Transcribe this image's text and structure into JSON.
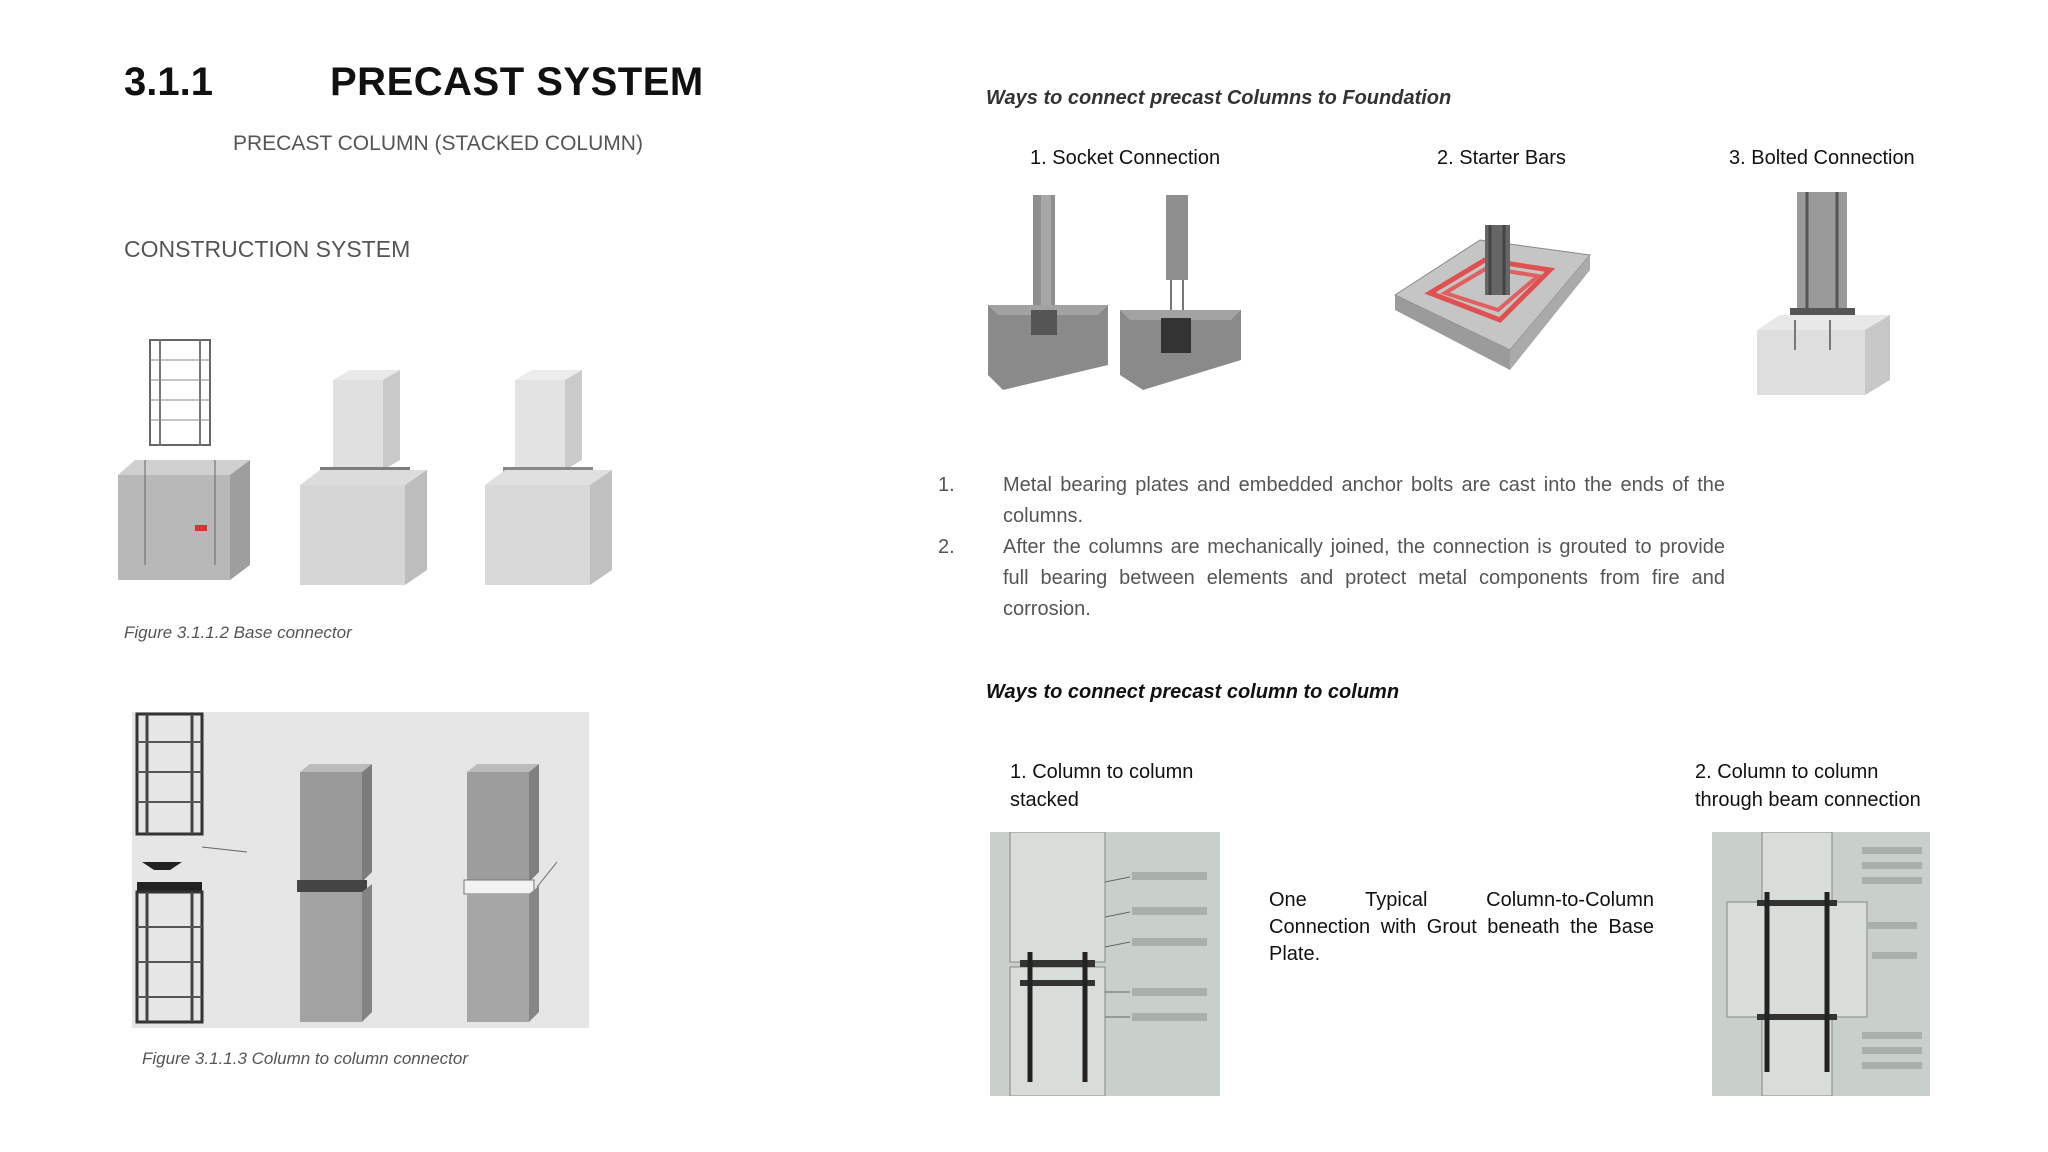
{
  "heading": {
    "number": "3.1.1",
    "title": "PRECAST SYSTEM"
  },
  "subtitle": "PRECAST COLUMN (STACKED COLUMN)",
  "section_title": "CONSTRUCTION SYSTEM",
  "figures": {
    "base_connector_caption": "Figure 3.1.1.2  Base connector",
    "column_connector_caption": "Figure 3.1.1.3  Column to column connector"
  },
  "foundation": {
    "heading": "Ways to connect precast Columns to Foundation",
    "options": [
      {
        "label": "1. Socket Connection"
      },
      {
        "label": "2. Starter Bars"
      },
      {
        "label": "3. Bolted Connection"
      }
    ]
  },
  "notes": [
    {
      "num": "1.",
      "text": "Metal bearing plates and embedded anchor bolts are cast into the ends of the columns."
    },
    {
      "num": "2.",
      "text": "After the columns are mechanically joined, the connection is grouted to provide full bearing between elements and protect metal components from fire and corrosion."
    }
  ],
  "column_to_column": {
    "heading": "Ways to connect precast column to column",
    "option1_line1": "1. Column to column",
    "option1_line2": "stacked",
    "option2_line1": "2. Column to column",
    "option2_line2": "through beam connection",
    "description": "One Typical Column-to-Column Connection with Grout beneath the Base Plate."
  }
}
